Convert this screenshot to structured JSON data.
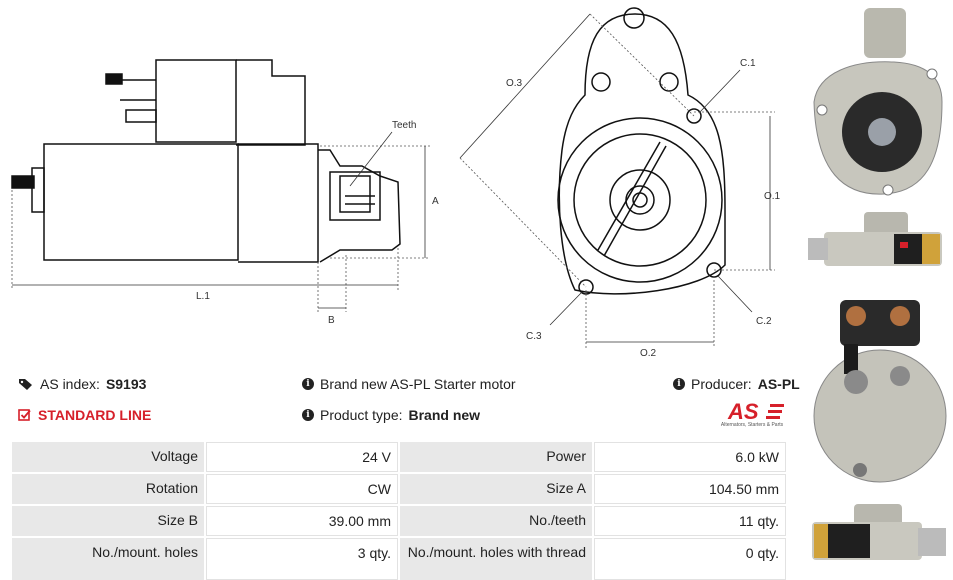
{
  "drawing_labels": {
    "teeth": "Teeth",
    "a": "A",
    "l1": "L.1",
    "b": "B",
    "o3": "O.3",
    "c1": "C.1",
    "o1": "O.1",
    "c2": "C.2",
    "c3": "C.3",
    "o2": "O.2"
  },
  "info": {
    "index_label": "AS index:",
    "index_value": "S9193",
    "standard_line": "STANDARD LINE",
    "description": "Brand new AS-PL Starter motor",
    "product_type_label": "Product type:",
    "product_type_value": "Brand new",
    "producer_label": "Producer:",
    "producer_value": "AS-PL"
  },
  "logo": {
    "mark": "AS",
    "tagline": "Alternators, Starters & Parts",
    "color": "#d6202a"
  },
  "specs": [
    {
      "label1": "Voltage",
      "value1": "24 V",
      "label2": "Power",
      "value2": "6.0 kW"
    },
    {
      "label1": "Rotation",
      "value1": "CW",
      "label2": "Size A",
      "value2": "104.50 mm"
    },
    {
      "label1": "Size B",
      "value1": "39.00 mm",
      "label2": "No./teeth",
      "value2": "11 qty."
    },
    {
      "label1": "No./mount. holes",
      "value1": "3 qty.",
      "label2": "No./mount. holes with thread",
      "value2": "0 qty."
    }
  ]
}
